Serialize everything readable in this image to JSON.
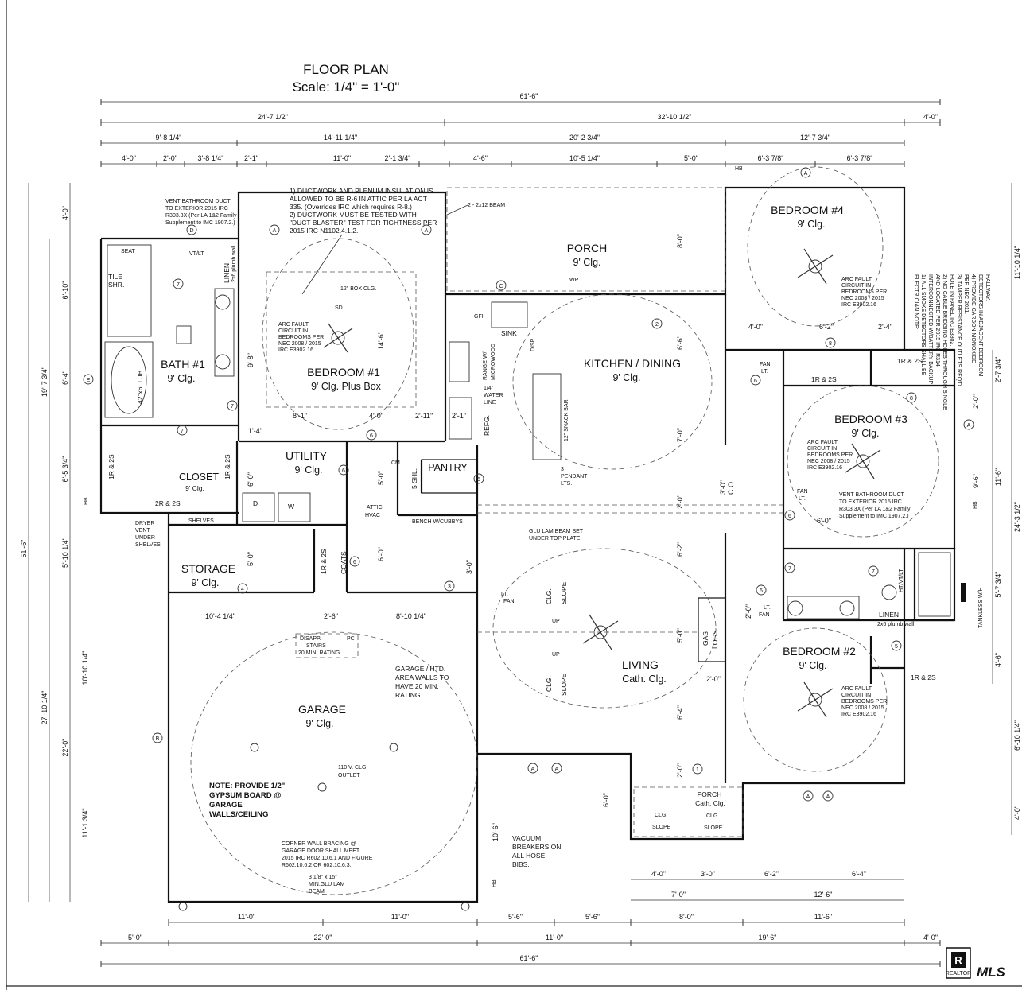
{
  "title": "FLOOR PLAN",
  "scale": "Scale: 1/4\" = 1'-0\"",
  "rooms": {
    "bedroom4": {
      "name": "BEDROOM #4",
      "ceiling": "9' Clg."
    },
    "porch_front": {
      "name": "PORCH",
      "ceiling": "9' Clg."
    },
    "bath1": {
      "name": "BATH #1",
      "ceiling": "9' Clg."
    },
    "bedroom1": {
      "name": "BEDROOM #1",
      "ceiling": "9' Clg. Plus Box"
    },
    "kitchen": {
      "name": "KITCHEN / DINING",
      "ceiling": "9' Clg."
    },
    "bedroom3": {
      "name": "BEDROOM #3",
      "ceiling": "9' Clg."
    },
    "utility": {
      "name": "UTILITY",
      "ceiling": "9' Clg."
    },
    "closet": {
      "name": "CLOSET",
      "ceiling": "9' Clg."
    },
    "pantry": {
      "name": "PANTRY"
    },
    "storage": {
      "name": "STORAGE",
      "ceiling": "9' Clg."
    },
    "living": {
      "name": "LIVING",
      "ceiling": "Cath. Clg."
    },
    "bedroom2": {
      "name": "BEDROOM #2",
      "ceiling": "9' Clg."
    },
    "garage": {
      "name": "GARAGE",
      "ceiling": "9' Clg."
    },
    "porch_back": {
      "name": "PORCH",
      "ceiling": "Cath. Clg."
    }
  },
  "dims": {
    "overall": "61'-6\"",
    "top_row1": [
      "24'-7 1/2\"",
      "32'-10 1/2\"",
      "4'-0\""
    ],
    "top_row2": [
      "9'-8 1/4\"",
      "14'-11 1/4\"",
      "20'-2 3/4\"",
      "12'-7 3/4\""
    ],
    "top_row3": [
      "4'-0\"",
      "2'-0\"",
      "3'-8 1/4\"",
      "2'-1\"",
      "11'-0\"",
      "2'-1 3/4\"",
      "4'-6\"",
      "10'-5 1/4\"",
      "5'-0\"",
      "6'-3 7/8\"",
      "6'-3 7/8\""
    ],
    "bottom_row1": [
      "11'-0\"",
      "11'-0\"",
      "5'-6\"",
      "5'-6\"",
      "8'-0\"",
      "11'-6\""
    ],
    "bottom_row2": [
      "5'-0\"",
      "22'-0\"",
      "11'-0\"",
      "19'-6\"",
      "4'-0\""
    ],
    "bottom_porch1": [
      "4'-0\"",
      "3'-0\"",
      "6'-2\"",
      "6'-4\""
    ],
    "bottom_porch2": [
      "7'-0\"",
      "12'-6\""
    ],
    "left_outer": "51'-6\"",
    "left_mid": [
      "19'-7 3/4\"",
      "27'-10 1/4\""
    ],
    "left_inner": [
      "4'-0\"",
      "6'-10\"",
      "6'-4\"",
      "6'-5 3/4\"",
      "5'-10 1/4\"",
      "10'-10 1/4\"",
      "11'-1 3/4\""
    ],
    "left_garage": "22'-0\"",
    "right_outer": [
      "11'-10 1/4\"",
      "24'-3 1/2\"",
      "6'-10 1/4\"",
      "4'-0\""
    ],
    "right_inner": [
      "2'-7 3/4\"",
      "11'-6\"",
      "5'-7 3/4\"",
      "4'-6\""
    ],
    "interior": [
      "8'-1\"",
      "4'-0\"",
      "2'-11\"",
      "2'-1\"",
      "9'-8\"",
      "14'-6\"",
      "1'-4\"",
      "6'-0\"",
      "5'-0\"",
      "6'-0\"",
      "3'-0\"",
      "5'-0\"",
      "10'-4 1/4\"",
      "2'-6\"",
      "8'-10 1/4\"",
      "8'-0\"",
      "6'-6\"",
      "7'-0\"",
      "2'-0\"",
      "3'-0\"",
      "C.O.",
      "6'-2\"",
      "5'-0\"",
      "6'-4\"",
      "2'-0\"",
      "4'-0\"",
      "6'-2\"",
      "2'-4\"",
      "2'-0\"",
      "9'-6\"",
      "6'-0\"",
      "2'-0\"",
      "2'-0\"",
      "6'-0\"",
      "10'-6\""
    ]
  },
  "notes": {
    "duct_main": [
      "1) DUCTWORK AND PLENUM INSULATION IS",
      "ALLOWED TO BE R-6 IN ATTIC PER LA ACT",
      "335. (Overrides IRC which requires R-8.)",
      "2) DUCTWORK MUST BE TESTED WITH",
      "\"DUCT BLASTER\" TEST FOR TIGHTNESS PER",
      "2015 IRC N1102.4.1.2."
    ],
    "vent_bath1": [
      "VENT BATHROOM DUCT",
      "TO EXTERIOR 2015 IRC",
      "R303.3X (Per LA 1&2 Family",
      "Supplement to IMC 1907.2.)"
    ],
    "vent_bath2": [
      "VENT BATHROOM DUCT",
      "TO EXTERIOR 2015 IRC",
      "R303.3X (Per LA 1&2 Family",
      "Supplement to IMC 1907.2.)"
    ],
    "beam": "2 - 2x12 BEAM",
    "arc_fault": [
      "ARC FAULT",
      "CIRCUIT IN",
      "BEDROOMS PER",
      "NEC 2008 / 2015",
      "IRC E3902.16"
    ],
    "electrician": [
      "ELECTRICIAN NOTE:",
      "1) ALL SMOKE DETECTORS SHALL BE",
      "INTERCONNECTED W/BATTERY BACKUP",
      "AND LOCATED PER 2015 IRC R314.",
      "2) NO CABLE BRIDGING HOLES THROUGH SINGLE",
      "HOLE IN PANEL IRC E3802.",
      "3) TAMPER RESISTANCE OUTLETS REQ'D.",
      "PER NEC 2011.",
      "4) PROVIDE CARBON MONOXIDE",
      "DETECTORS IN ADJACENT BEDROOM",
      "HALLWAY."
    ],
    "box_clg": "12\" BOX CLG.",
    "water_line": [
      "1/4\"",
      "WATER",
      "LINE"
    ],
    "snack_bar": "12\" SNACK BAR",
    "pendant": [
      "3",
      "PENDANT",
      "LTS."
    ],
    "glu_lam": [
      "GLU LAM BEAM SET",
      "UNDER TOP PLATE"
    ],
    "dryer_vent": [
      "DRYER",
      "VENT",
      "UNDER",
      "SHELVES"
    ],
    "shelves": "SHELVES",
    "bench": "BENCH W/CUBBYS",
    "attic_hvac": [
      "ATTIC",
      "HVAC"
    ],
    "disapp": [
      "DISAPP.",
      "STAIRS",
      "20 MIN. RATING"
    ],
    "pc": "PC",
    "garage_walls": [
      "GARAGE / HTD.",
      "AREA WALLS TO",
      "HAVE 20 MIN.",
      "RATING"
    ],
    "outlet": [
      "110 V. CLG.",
      "OUTLET"
    ],
    "gypsum": [
      "NOTE: PROVIDE 1/2\"",
      "GYPSUM BOARD @",
      "GARAGE",
      "WALLS/CEILING"
    ],
    "bracing": [
      "CORNER WALL BRACING @",
      "GARAGE DOOR SHALL MEET",
      "2015 IRC R602.10.6.1 AND FIGURE",
      "R602.10.6.2  OR 602.10.6.3."
    ],
    "garage_beam": [
      "3 1/8\" x 15\"",
      "MIN.GLU LAM",
      "BEAM"
    ],
    "vacuum": [
      "VACUUM",
      "BREAKERS ON",
      "ALL HOSE",
      "BIBS."
    ],
    "tankless": "TANKLESS W/H",
    "plumb_wall": "2x6 plumb wall",
    "gas_logs": [
      "GAS",
      "LOGS"
    ],
    "tub": "42\"x6' TUB",
    "tile_shr": [
      "TILE",
      "SHR."
    ],
    "seat": "SEAT",
    "linen": "LINEN",
    "coats": "COATS",
    "five_shl": "5 SHL.",
    "sink": "SINK",
    "disp": "DISP.",
    "refg": "REFG.",
    "range": [
      "RANGE W/",
      "MICROWOOD"
    ],
    "clg_slope": [
      "CLG.",
      "SLOPE"
    ],
    "up": "UP",
    "fan_lt": [
      "FAN",
      "LT."
    ],
    "lt_fan": [
      "LT.",
      "FAN"
    ],
    "vt_lt": "VT/LT",
    "ht_vt_lt": "HT/VT/LT",
    "one_r_2s": "1R & 2S",
    "two_r_2s": "2R & 2S",
    "hb": "HB",
    "wp": "WP",
    "gfi": "GFI",
    "sd": "SD",
    "d": "D",
    "w": "W",
    "cm": "CM"
  },
  "window_tags": [
    "A",
    "B",
    "C",
    "D",
    "E"
  ],
  "door_numbers": [
    "1",
    "2",
    "3",
    "4",
    "5",
    "6",
    "7",
    "8"
  ],
  "logo": {
    "realtor": "REALTOR",
    "mls": "MLS"
  }
}
